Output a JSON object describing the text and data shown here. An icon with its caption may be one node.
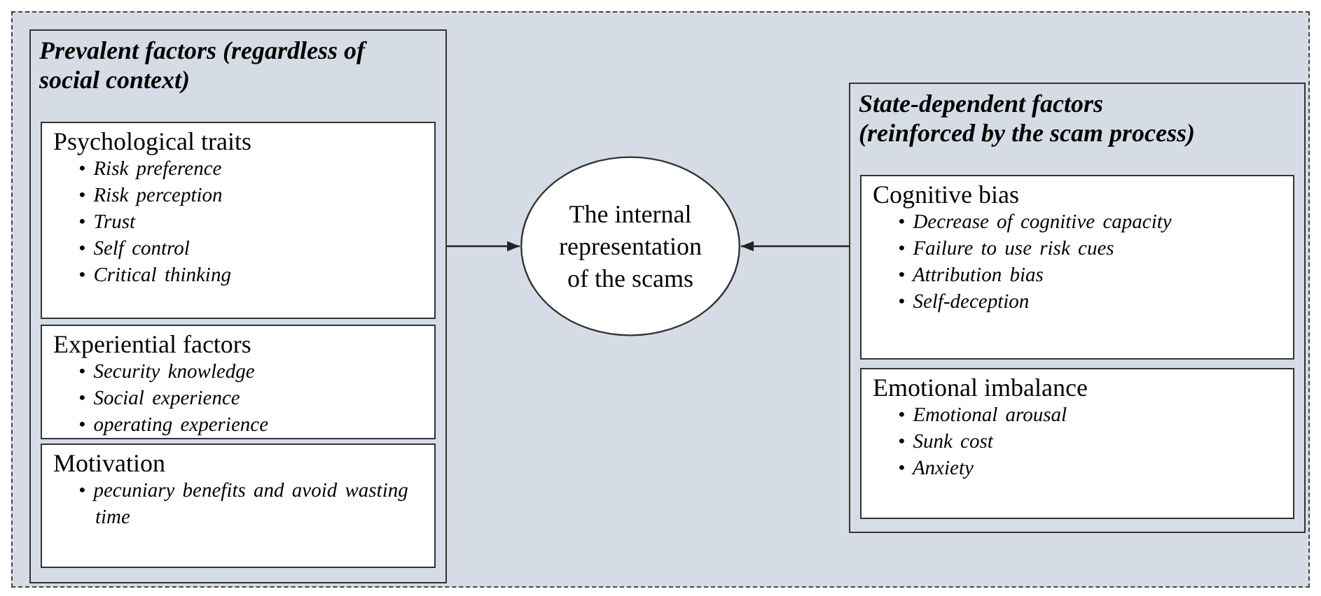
{
  "diagram": {
    "nodes": [
      {
        "text": [],
        "shape": "box"
      },
      {
        "text": [
          "Prevalent factors (regardless of social context)"
        ],
        "in": 0
      },
      {
        "text": [
          "Psychological traits",
          "• Risk preference",
          "• Risk perception",
          "• Trust",
          "• Self control",
          "• Critical thinking"
        ],
        "in": 1
      },
      {
        "text": [
          "Experiential factors",
          "• Security knowledge",
          "• Social experience",
          "• operating experience"
        ],
        "in": 1
      },
      {
        "text": [
          "Motivation",
          "• pecuniary benefits and avoid wasting time"
        ],
        "in": 1
      },
      {
        "text": [
          "The internal representation of the scams"
        ],
        "in": 0
      },
      {
        "text": [
          "State-dependent factors (reinforced by the scam process)"
        ],
        "in": 0
      },
      {
        "text": [
          "Cognitive bias",
          "• Decrease of cognitive capacity",
          "• Failure to use risk cues",
          "• Attribution bias",
          "• Self-deception"
        ],
        "in": 6
      },
      {
        "text": [
          "Emotional imbalance",
          "• Emotional arousal",
          "• Sunk cost",
          "• Anxiety"
        ],
        "in": 6
      }
    ],
    "edges": [
      {
        "from": 1,
        "to": 5,
        "arrow": "to"
      },
      {
        "from": 6,
        "to": 5,
        "arrow": "to"
      }
    ]
  }
}
